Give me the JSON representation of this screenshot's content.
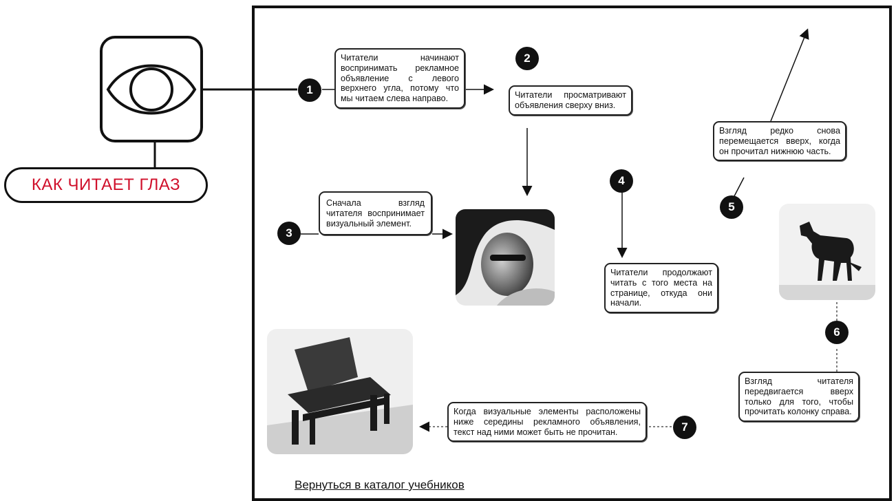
{
  "title": "КАК ЧИТАЕТ ГЛАЗ",
  "icons": {
    "eye": "eye-icon"
  },
  "steps": [
    {
      "num": "1",
      "text": "Читатели начинают воспринимать рекламное объявление с левого верхнего угла, потому что мы читаем слева направо."
    },
    {
      "num": "2",
      "text": "Читатели просматривают объявления сверху вниз."
    },
    {
      "num": "3",
      "text": "Сначала взгляд читателя воспринимает визуальный элемент."
    },
    {
      "num": "4",
      "text": "Читатели продолжают читать с того места на странице, откуда они начали."
    },
    {
      "num": "5",
      "text": "Взгляд редко снова перемещается вверх, когда он прочитал нижнюю часть."
    },
    {
      "num": "6",
      "text": "Взгляд читателя передвигается вверх только для того, чтобы прочитать колонку справа."
    },
    {
      "num": "7",
      "text": "Когда визуальные элементы расположены ниже середины рекламного объявления, текст над ними может быть не прочитан."
    }
  ],
  "back_link": "Вернуться в каталог учебников"
}
